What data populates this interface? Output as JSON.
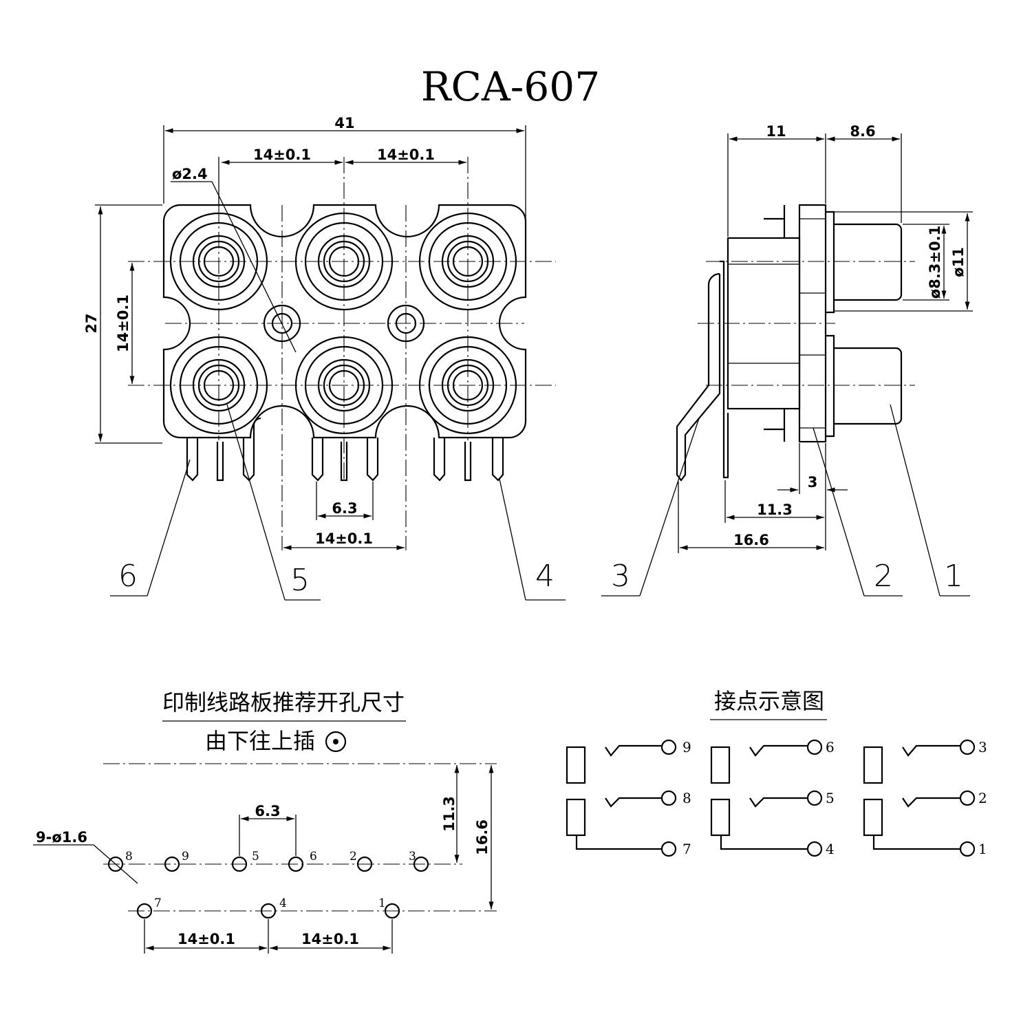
{
  "title": "RCA-607",
  "front_view": {
    "dims": {
      "width": "41",
      "pitch_left": "14±0.1",
      "pitch_right": "14±0.1",
      "hole_dia": "ø2.4",
      "height": "27",
      "row_pitch": "14±0.1",
      "pin_spacing": "6.3",
      "bottom_pitch": "14±0.1"
    },
    "callouts": [
      "6",
      "5",
      "4"
    ]
  },
  "side_view": {
    "dims": {
      "body_depth": "11",
      "plug_length": "8.6",
      "plug_dia": "ø8.3±0.1",
      "outer_dia": "ø11",
      "offset": "3",
      "pin_offset": "11.3",
      "total_offset": "16.6"
    },
    "callouts": [
      "3",
      "2",
      "1"
    ]
  },
  "pcb_layout": {
    "heading": "印制线路板推荐开孔尺寸",
    "subheading": "由下往上插",
    "dims": {
      "holes": "9-ø1.6",
      "pin_spacing": "6.3",
      "row_offset": "11.3",
      "total_offset": "16.6",
      "pitch_left": "14±0.1",
      "pitch_right": "14±0.1"
    },
    "top_row_pins": [
      "8",
      "9",
      "5",
      "6",
      "2",
      "3"
    ],
    "bottom_row_pins": [
      "7",
      "4",
      "1"
    ]
  },
  "contact_diagram": {
    "heading": "接点示意图",
    "groups": [
      {
        "pins": [
          "9",
          "8",
          "7"
        ]
      },
      {
        "pins": [
          "6",
          "5",
          "4"
        ]
      },
      {
        "pins": [
          "3",
          "2",
          "1"
        ]
      }
    ]
  }
}
